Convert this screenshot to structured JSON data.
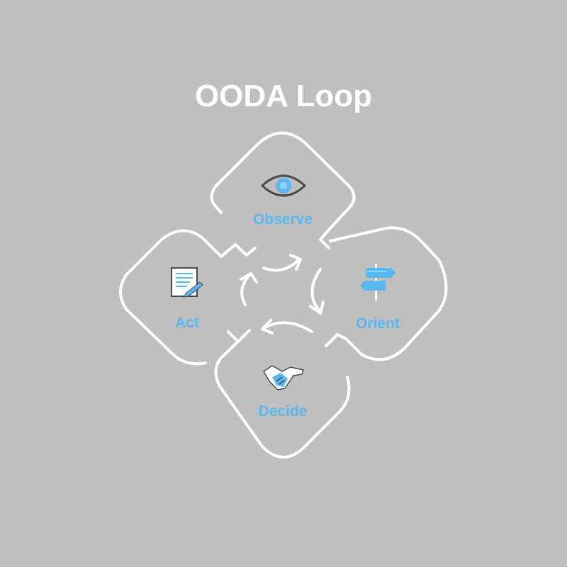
{
  "title": "OODA Loop",
  "colors": {
    "background": "#bfbfbf",
    "outline": "#ffffff",
    "accent": "#5ab8f0",
    "icon_dark": "#4a4a4a"
  },
  "stages": [
    {
      "label": "Observe",
      "icon": "eye-icon"
    },
    {
      "label": "Orient",
      "icon": "signpost-icon"
    },
    {
      "label": "Decide",
      "icon": "handshake-icon"
    },
    {
      "label": "Act",
      "icon": "document-pen-icon"
    }
  ]
}
